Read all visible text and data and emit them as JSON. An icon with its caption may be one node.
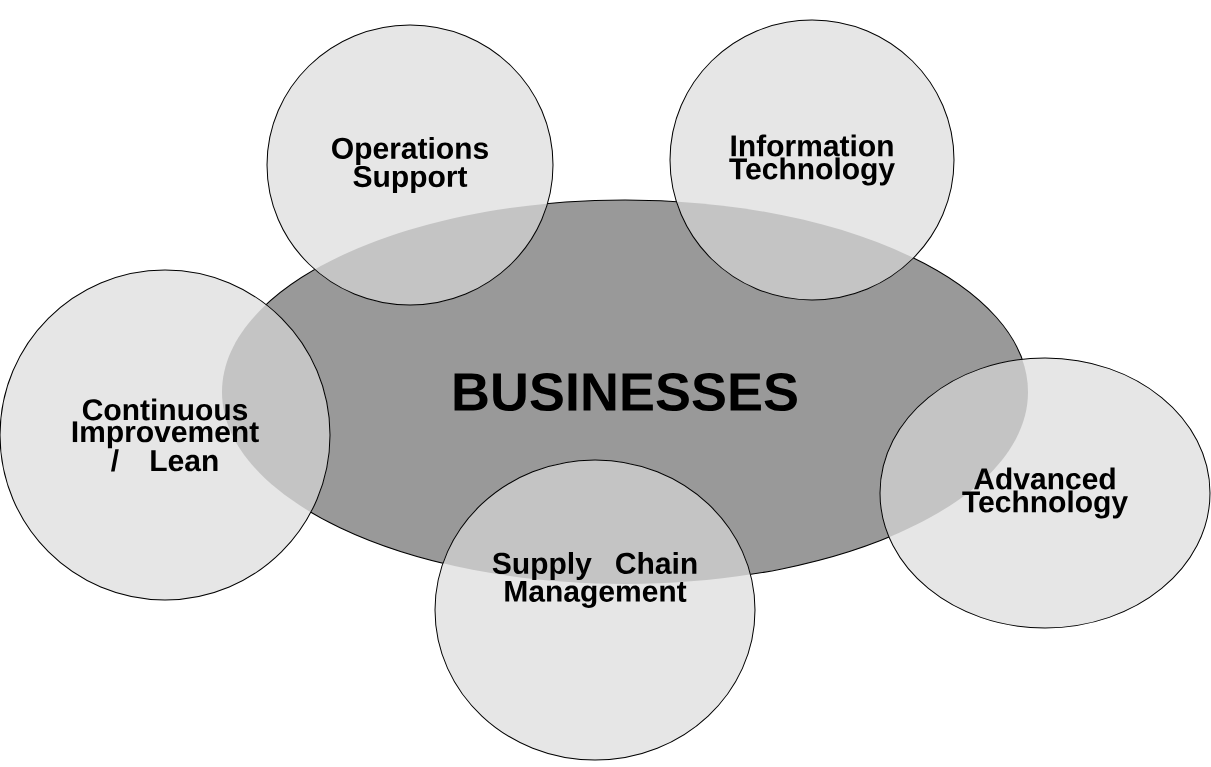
{
  "diagram": {
    "nodes": [
      {
        "text": [
          "BUSINESSES"
        ]
      },
      {
        "text": [
          "Operations Support"
        ]
      },
      {
        "text": [
          "Information Technology"
        ]
      },
      {
        "text": [
          "Continuous Improvement / Lean"
        ]
      },
      {
        "text": [
          "Advanced Technology"
        ]
      },
      {
        "text": [
          "Supply Chain Management"
        ]
      }
    ]
  }
}
